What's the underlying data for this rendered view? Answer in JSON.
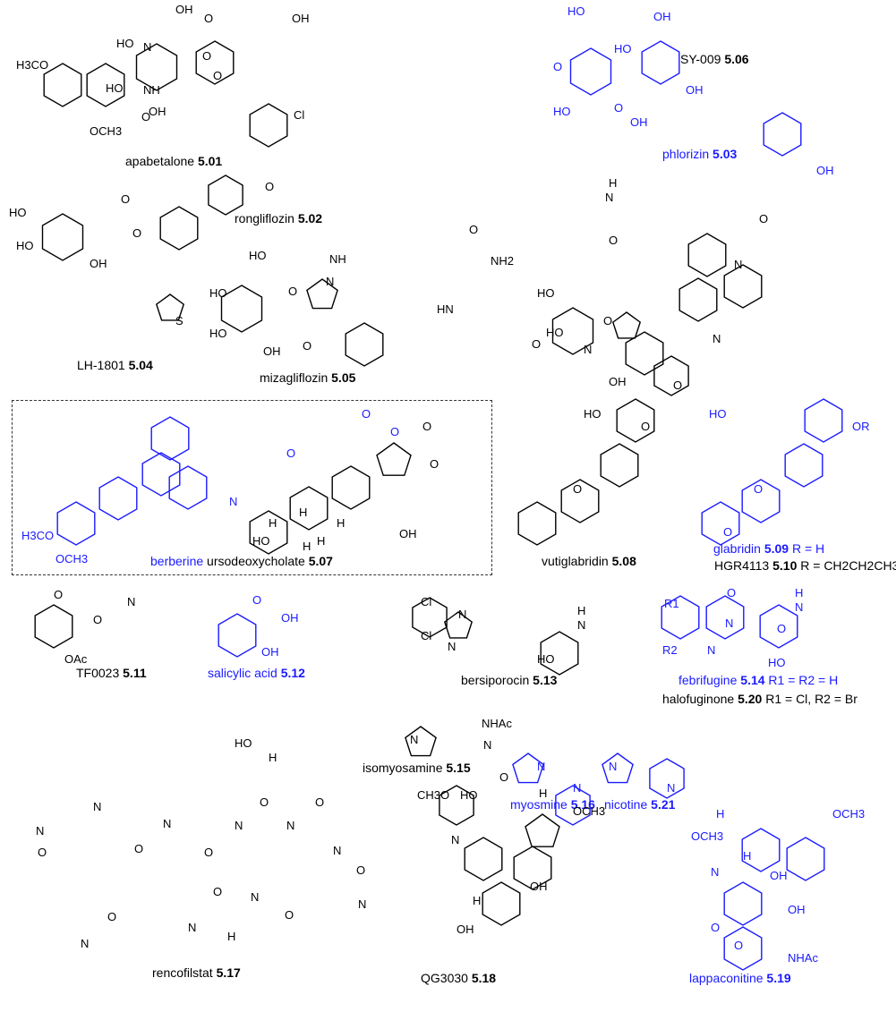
{
  "compounds": [
    {
      "name": "apabetalone",
      "num": "5.01",
      "color": "#000000"
    },
    {
      "name": "rongliflozin",
      "num": "5.02",
      "color": "#000000"
    },
    {
      "name": "phlorizin",
      "num": "5.03",
      "color": "#1a1aff"
    },
    {
      "name": "LH-1801",
      "num": "5.04",
      "color": "#000000"
    },
    {
      "name": "mizagliflozin",
      "num": "5.05",
      "color": "#000000"
    },
    {
      "name": "SY-009",
      "num": "5.06",
      "color": "#000000"
    },
    {
      "name": "berberine",
      "name2": "ursodeoxycholate",
      "num": "5.07",
      "color": "#1a1aff"
    },
    {
      "name": "vutiglabridin",
      "num": "5.08",
      "color": "#000000"
    },
    {
      "name": "glabridin",
      "num": "5.09",
      "rgroup": "R = H",
      "color": "#1a1aff"
    },
    {
      "name": "HGR4113",
      "num": "5.10",
      "rgroup": "R  = CH2CH2CH3",
      "color": "#000000"
    },
    {
      "name": "TF0023",
      "num": "5.11",
      "color": "#000000"
    },
    {
      "name": "salicylic acid",
      "num": "5.12",
      "color": "#1a1aff"
    },
    {
      "name": "bersiporocin",
      "num": "5.13",
      "color": "#000000"
    },
    {
      "name": "febrifugine",
      "num": "5.14",
      "rgroup": "R1 = R2 = H",
      "color": "#1a1aff"
    },
    {
      "name": "halofuginone",
      "num": "5.20",
      "rgroup": "R1 = Cl, R2 = Br",
      "color": "#000000"
    },
    {
      "name": "isomyosamine",
      "num": "5.15",
      "color": "#000000"
    },
    {
      "name": "myosmine",
      "num": "5.16",
      "color": "#1a1aff"
    },
    {
      "name": "nicotine",
      "num": "5.21",
      "color": "#1a1aff"
    },
    {
      "name": "rencofilstat",
      "num": "5.17",
      "color": "#000000"
    },
    {
      "name": "QG3030",
      "num": "5.18",
      "color": "#000000"
    },
    {
      "name": "lappaconitine",
      "num": "5.19",
      "color": "#1a1aff"
    }
  ],
  "atoms": [
    "H3CO",
    "N",
    "NH",
    "O",
    "OCH3",
    "O",
    "OH",
    "OH",
    "HO",
    "O",
    "O",
    "HO",
    "OH",
    "Cl",
    "O",
    "HO",
    "OH",
    "HO",
    "O",
    "OH",
    "HO",
    "O",
    "OH",
    "OH",
    "HO",
    "O",
    "O",
    "HO",
    "OH",
    "S",
    "HO",
    "HO",
    "O",
    "NH",
    "N",
    "HO",
    "OH",
    "O",
    "O",
    "NH2",
    "O",
    "HN",
    "H",
    "N",
    "O",
    "N",
    "N",
    "HO",
    "HO",
    "O",
    "N",
    "OH",
    "O",
    "O",
    "O",
    "O",
    "O",
    "H3CO",
    "OCH3",
    "N",
    "H",
    "H",
    "H",
    "H",
    "HO",
    "H",
    "OH",
    "O",
    "O",
    "HO",
    "O",
    "O",
    "HO",
    "O",
    "OR",
    "O",
    "O",
    "O",
    "N",
    "OAc",
    "O",
    "OH",
    "OH",
    "Cl",
    "Cl",
    "N",
    "N",
    "N",
    "HO",
    "H",
    "R1",
    "R2",
    "O",
    "N",
    "N",
    "O",
    "N",
    "HO",
    "H",
    "N",
    "N",
    "N",
    "N",
    "N",
    "N",
    "NHAc",
    "HO",
    "H",
    "N",
    "N",
    "O",
    "O",
    "O",
    "N",
    "O",
    "N",
    "O",
    "N",
    "O",
    "N",
    "O",
    "N",
    "O",
    "N",
    "O",
    "N",
    "H",
    "N",
    "CH3O",
    "HO",
    "O",
    "H",
    "OCH3",
    "N",
    "OH",
    "H",
    "OH",
    "H",
    "OCH3",
    "OCH3",
    "N",
    "H",
    "OH",
    "OH",
    "O",
    "O",
    "NHAc"
  ]
}
